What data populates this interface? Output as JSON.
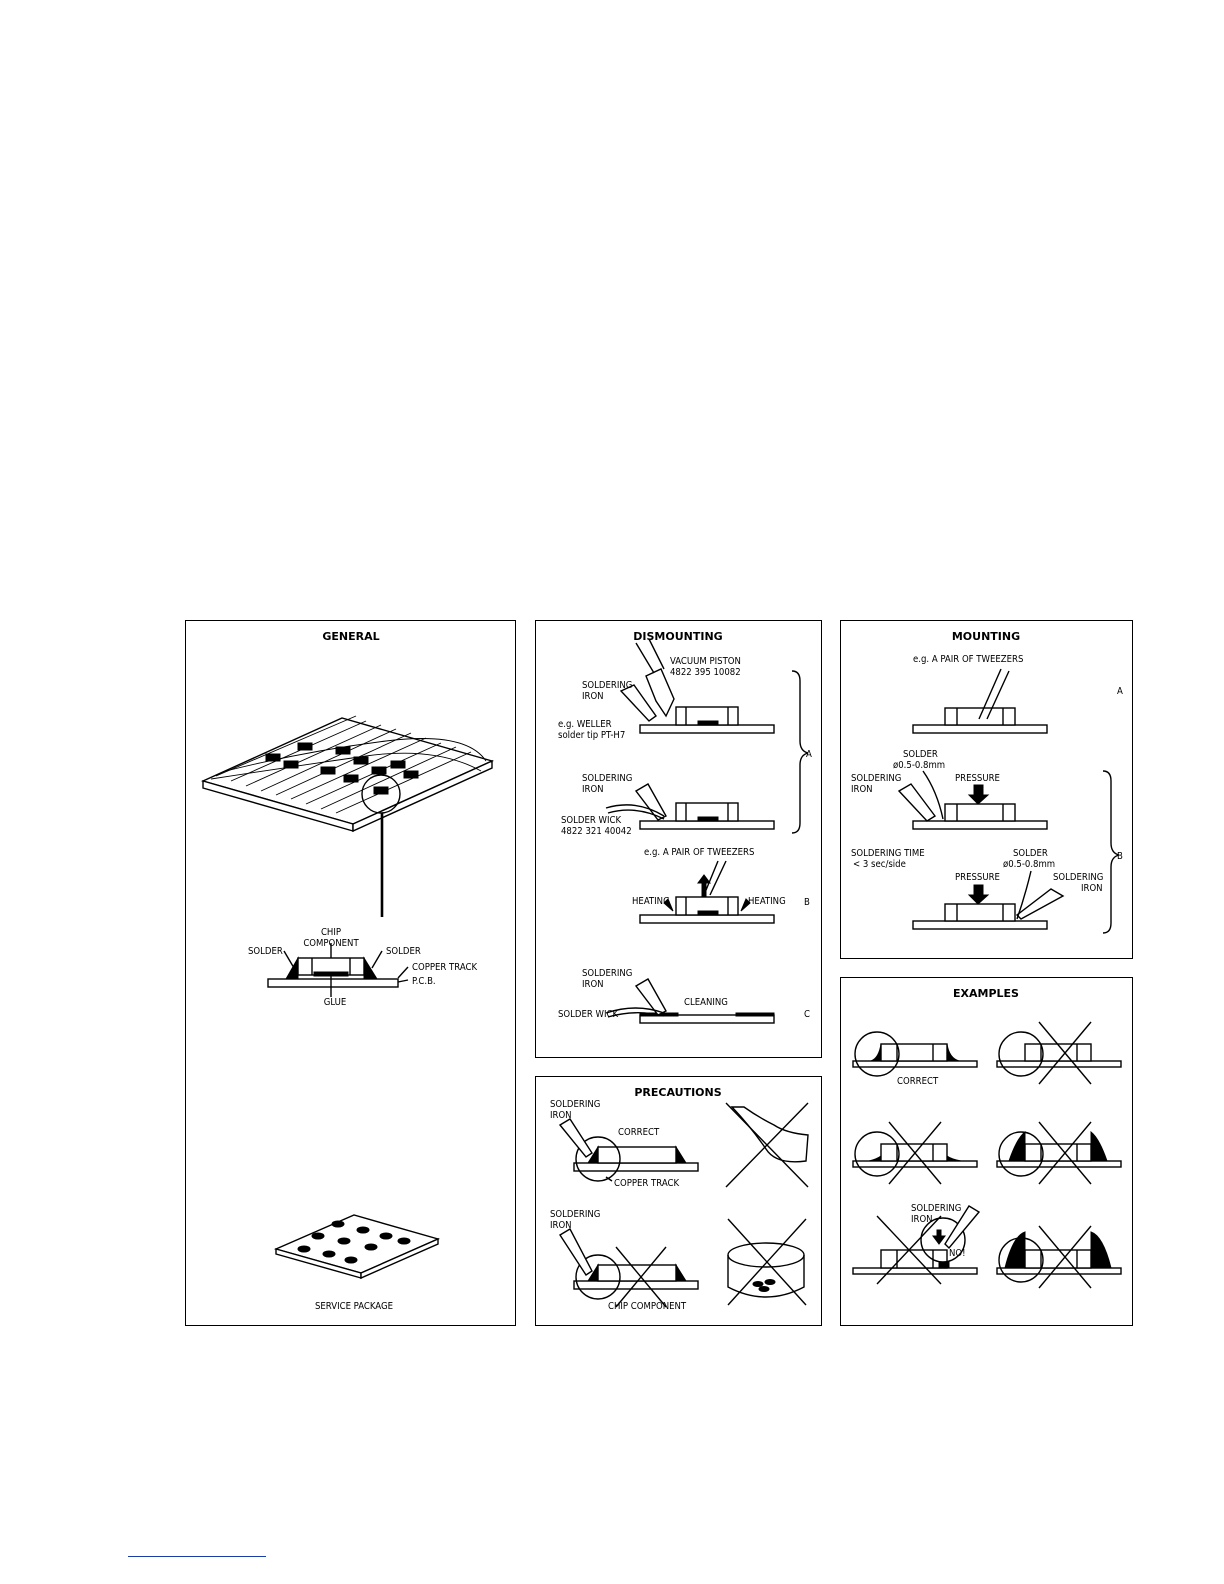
{
  "general": {
    "title": "GENERAL",
    "chip": "CHIP",
    "component": "COMPONENT",
    "solder_left": "SOLDER",
    "solder_right": "SOLDER",
    "copper_track": "COPPER TRACK",
    "pcb": "P.C.B.",
    "glue": "GLUE",
    "service_package": "SERVICE PACKAGE"
  },
  "dismounting": {
    "title": "DISMOUNTING",
    "vacuum_piston": "VACUUM PISTON",
    "vacuum_part": "4822 395 10082",
    "soldering_1": "SOLDERING",
    "iron_1": "IRON",
    "weller": "e.g. WELLER",
    "solder_tip": "solder tip PT-H7",
    "soldering_2": "SOLDERING",
    "iron_2": "IRON",
    "solder_wick": "SOLDER WICK",
    "wick_part": "4822 321 40042",
    "tweezers": "e.g. A PAIR OF TWEEZERS",
    "heating_left": "HEATING",
    "heating_right": "HEATING",
    "soldering_3": "SOLDERING",
    "iron_3": "IRON",
    "cleaning": "CLEANING",
    "solder_wick_2": "SOLDER WICK",
    "label_a": "A",
    "label_b": "B",
    "label_c": "C"
  },
  "mounting": {
    "title": "MOUNTING",
    "tweezers": "e.g. A PAIR OF TWEEZERS",
    "label_a": "A",
    "solder": "SOLDER",
    "solder_dia": "ø0.5-0.8mm",
    "soldering": "SOLDERING",
    "iron": "IRON",
    "pressure": "PRESSURE",
    "soldering_time": "SOLDERING TIME",
    "time_value": "< 3 sec/side",
    "solder_2": "SOLDER",
    "solder_dia_2": "ø0.5-0.8mm",
    "pressure_2": "PRESSURE",
    "soldering_2": "SOLDERING",
    "iron_2": "IRON",
    "label_b": "B"
  },
  "precautions": {
    "title": "PRECAUTIONS",
    "soldering_1": "SOLDERING",
    "iron_1": "IRON",
    "correct": "CORRECT",
    "copper_track": "COPPER TRACK",
    "soldering_2": "SOLDERING",
    "iron_2": "IRON",
    "chip_component": "CHIP COMPONENT"
  },
  "examples": {
    "title": "EXAMPLES",
    "correct": "CORRECT",
    "soldering": "SOLDERING",
    "iron": "IRON",
    "no": "NO!"
  }
}
